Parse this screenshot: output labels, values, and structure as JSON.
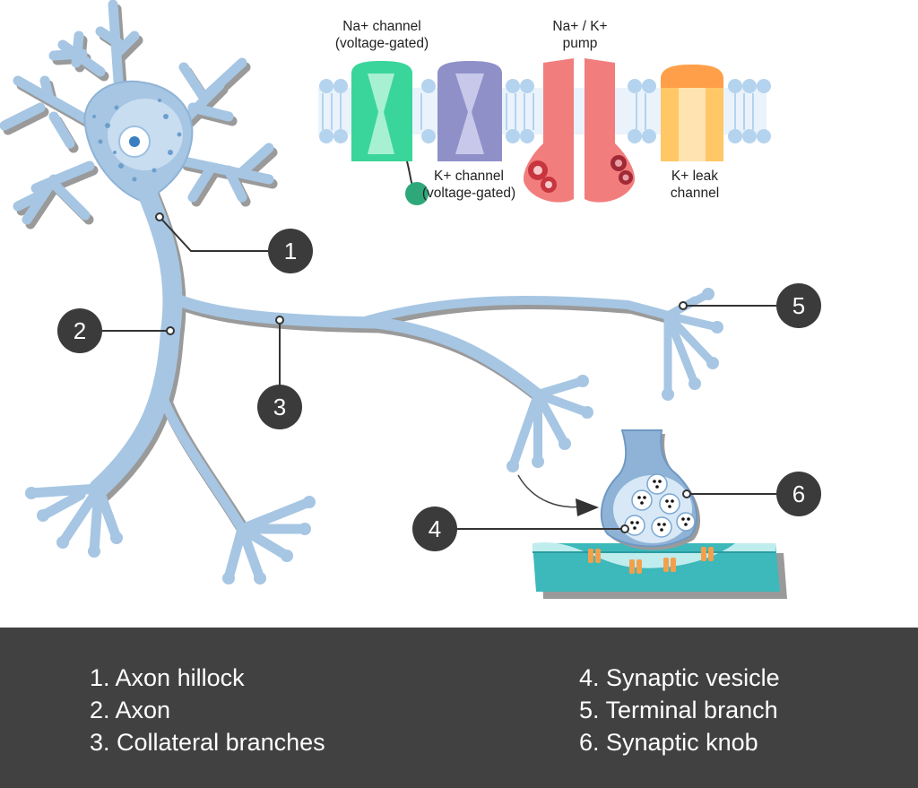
{
  "channels": {
    "na_channel_line1": "Na+ channel",
    "na_channel_line2": "(voltage-gated)",
    "pump_line1": "Na+ / K+",
    "pump_line2": "pump",
    "k_channel_line1": "K+ channel",
    "k_channel_line2": "(voltage-gated)",
    "leak_line1": "K+ leak",
    "leak_line2": "channel"
  },
  "markers": [
    "1",
    "2",
    "3",
    "4",
    "5",
    "6"
  ],
  "legend": {
    "left": [
      "1. Axon hillock",
      "2. Axon",
      "3. Collateral branches"
    ],
    "right": [
      "4. Synaptic vesicle",
      "5. Terminal branch",
      "6. Synaptic knob"
    ]
  },
  "colors": {
    "neuron": "#a6c6e3",
    "neuron_edge": "#8fb3d6",
    "shadow": "#9a9a9a",
    "na_channel": "#3ad59a",
    "k_channel": "#8f90c8",
    "pump": "#f27d7d",
    "leak_channel": "#ffc765",
    "membrane_head": "#b4d3ee",
    "postsynaptic": "#3db8bb",
    "receptor": "#f2a04c",
    "marker": "#3b3b3b",
    "legend_bg": "#414141"
  }
}
